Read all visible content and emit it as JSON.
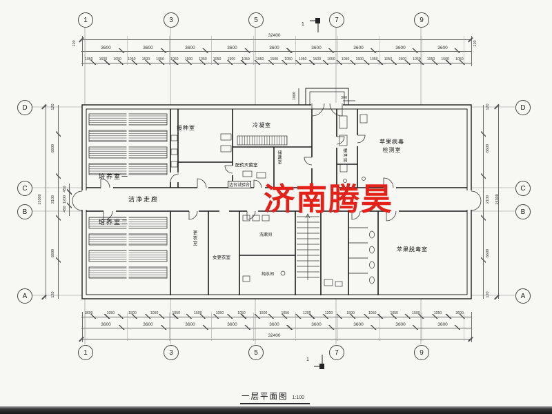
{
  "colors": {
    "watermark_red": "#e32119",
    "line_dark": "#1c1c1c",
    "paper": "#f7f7f4"
  },
  "watermark": {
    "text": "济南腾昊"
  },
  "title": {
    "name": "一层平面图",
    "scale": "1:100"
  },
  "axes": {
    "top": [
      "1",
      "3",
      "5",
      "7",
      "9"
    ],
    "bottom": [
      "1",
      "3",
      "5",
      "7",
      "9"
    ],
    "left": [
      "D",
      "C",
      "B",
      "A"
    ],
    "right": [
      "D",
      "C",
      "B",
      "A"
    ],
    "section_marker": "1"
  },
  "dims": {
    "top": {
      "total": "32400",
      "edge_left": "120",
      "edge_right": "120",
      "bays": [
        "3600",
        "3600",
        "3600",
        "3600",
        "3600",
        "3600",
        "3600",
        "3600",
        "3600"
      ],
      "small": [
        "1050",
        "1500",
        "1050",
        "1050",
        "1500",
        "1050",
        "1050",
        "1500",
        "1050",
        "1050",
        "1500",
        "1050",
        "1050",
        "1500",
        "1050",
        "1050",
        "1500",
        "1050",
        "1050",
        "1500",
        "1050",
        "1050",
        "1500",
        "1050",
        "1050",
        "1500",
        "1050"
      ],
      "entrance_width": "1000",
      "entrance_depth": "300"
    },
    "bottom": {
      "total": "32400",
      "bays": [
        "3600",
        "3600",
        "3600",
        "3600",
        "3600",
        "3600",
        "3600",
        "3600",
        "3600"
      ],
      "small": [
        "3600",
        "1050",
        "1500",
        "1050",
        "1050",
        "1500",
        "1050",
        "1050",
        "1500",
        "1050",
        "1200",
        "1200",
        "1500",
        "1050",
        "1050",
        "1500",
        "1050",
        "3600"
      ]
    },
    "left": {
      "total": "15300",
      "run": [
        "120",
        "6600",
        "2100",
        "6600",
        "120"
      ],
      "sub": [
        "450",
        "1200",
        "450"
      ]
    },
    "right": {
      "total": "15300",
      "run": [
        "120",
        "6600",
        "2100",
        "6600",
        "120"
      ]
    }
  },
  "rooms": {
    "culture1": "培养室一",
    "culture2": "培养室二",
    "inoculation": "接种室",
    "condensing": "冷凝室",
    "dispensary": "配药灭菌室",
    "corridor": "洁净走廊",
    "virus_test": "苹果病毒检测室",
    "detox": "苹果脱毒室",
    "changing": "更衣室",
    "women_changing": "女更衣室",
    "washing": "洗漱间",
    "pure_water": "纯水间",
    "buffer": "缓冲间",
    "storage": "储藏室",
    "bench": "边台试验台"
  }
}
